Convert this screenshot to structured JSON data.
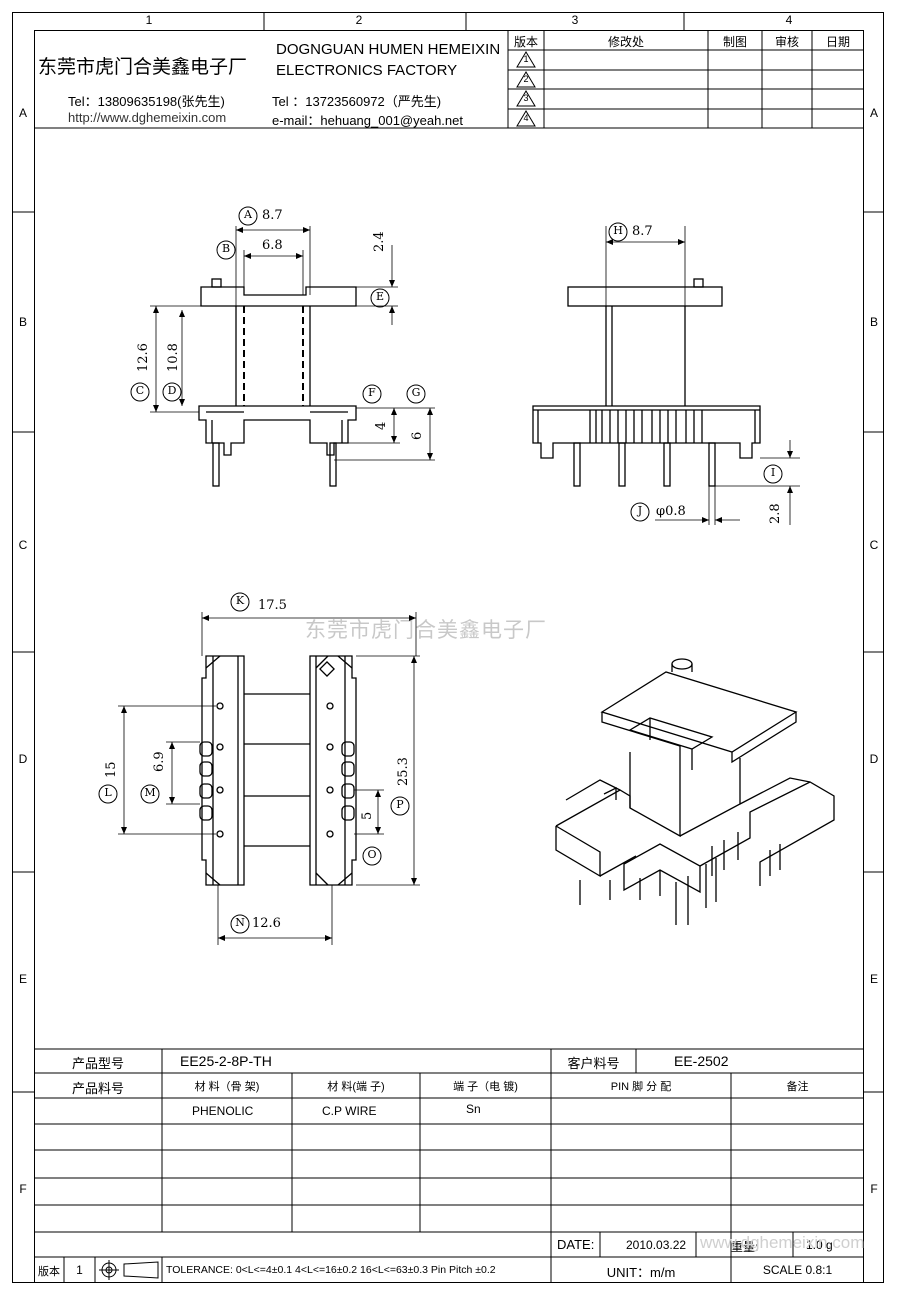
{
  "grid": {
    "columns": [
      "1",
      "2",
      "3",
      "4"
    ],
    "rows": [
      "A",
      "B",
      "C",
      "D",
      "E",
      "F"
    ]
  },
  "header": {
    "company_cn": "东莞市虎门合美鑫电子厂",
    "company_en_line1": "DOGNGUAN HUMEN HEMEIXIN",
    "company_en_line2": "ELECTRONICS FACTORY",
    "tel1": "Tel：13809635198(张先生)",
    "tel2": "Tel ：13723560972（严先生)",
    "website": "http://www.dghemeixin.com",
    "email": "e-mail：hehuang_001@yeah.net"
  },
  "revision_table": {
    "headers": [
      "版本",
      "修改处",
      "制图",
      "审核",
      "日期"
    ],
    "revisions": [
      "1",
      "2",
      "3",
      "4"
    ]
  },
  "drawing": {
    "watermark": "东莞市虎门合美鑫电子厂",
    "labels": {
      "A": "A",
      "B": "B",
      "C": "C",
      "D": "D",
      "E": "E",
      "F": "F",
      "G": "G",
      "H": "H",
      "I": "I",
      "J": "J",
      "K": "K",
      "L": "L",
      "M": "M",
      "N": "N",
      "O": "O",
      "P": "P"
    },
    "dimensions": {
      "A": "8.7",
      "B": "6.8",
      "top_height": "2.4",
      "C": "12.6",
      "D": "10.8",
      "F": "4",
      "G": "6",
      "H": "8.7",
      "I": "2.8",
      "J": "φ0.8",
      "K": "17.5",
      "L": "15",
      "M": "6.9",
      "N": "12.6",
      "P": "25.3",
      "pitch": "5"
    }
  },
  "title_block": {
    "product_model_label": "产品型号",
    "product_model": "EE25-2-8P-TH",
    "customer_part_label": "客户料号",
    "customer_part": "EE-2502",
    "product_part_label": "产品料号",
    "material_bobbin_label": "材 料（骨 架)",
    "material_pin_label": "材 料(端 子)",
    "pin_plating_label": "端 子（电 镀)",
    "pin_assign_label": "PIN 脚 分 配",
    "remark_label": "备注",
    "material_bobbin": "PHENOLIC",
    "material_pin": "C.P WIRE",
    "pin_plating": "Sn",
    "date_label": "DATE:",
    "date": "2010.03.22",
    "weight_label": "重量:",
    "weight": "1.0 g",
    "watermark_url": "www.dghemeixin.com",
    "version_label": "版本",
    "version": "1",
    "tolerance": "TOLERANCE:  0<L<=4±0.1  4<L<=16±0.2  16<L<=63±0.3  Pin Pitch  ±0.2",
    "unit": "UNIT：m/m",
    "scale": "SCALE  0.8:1"
  }
}
